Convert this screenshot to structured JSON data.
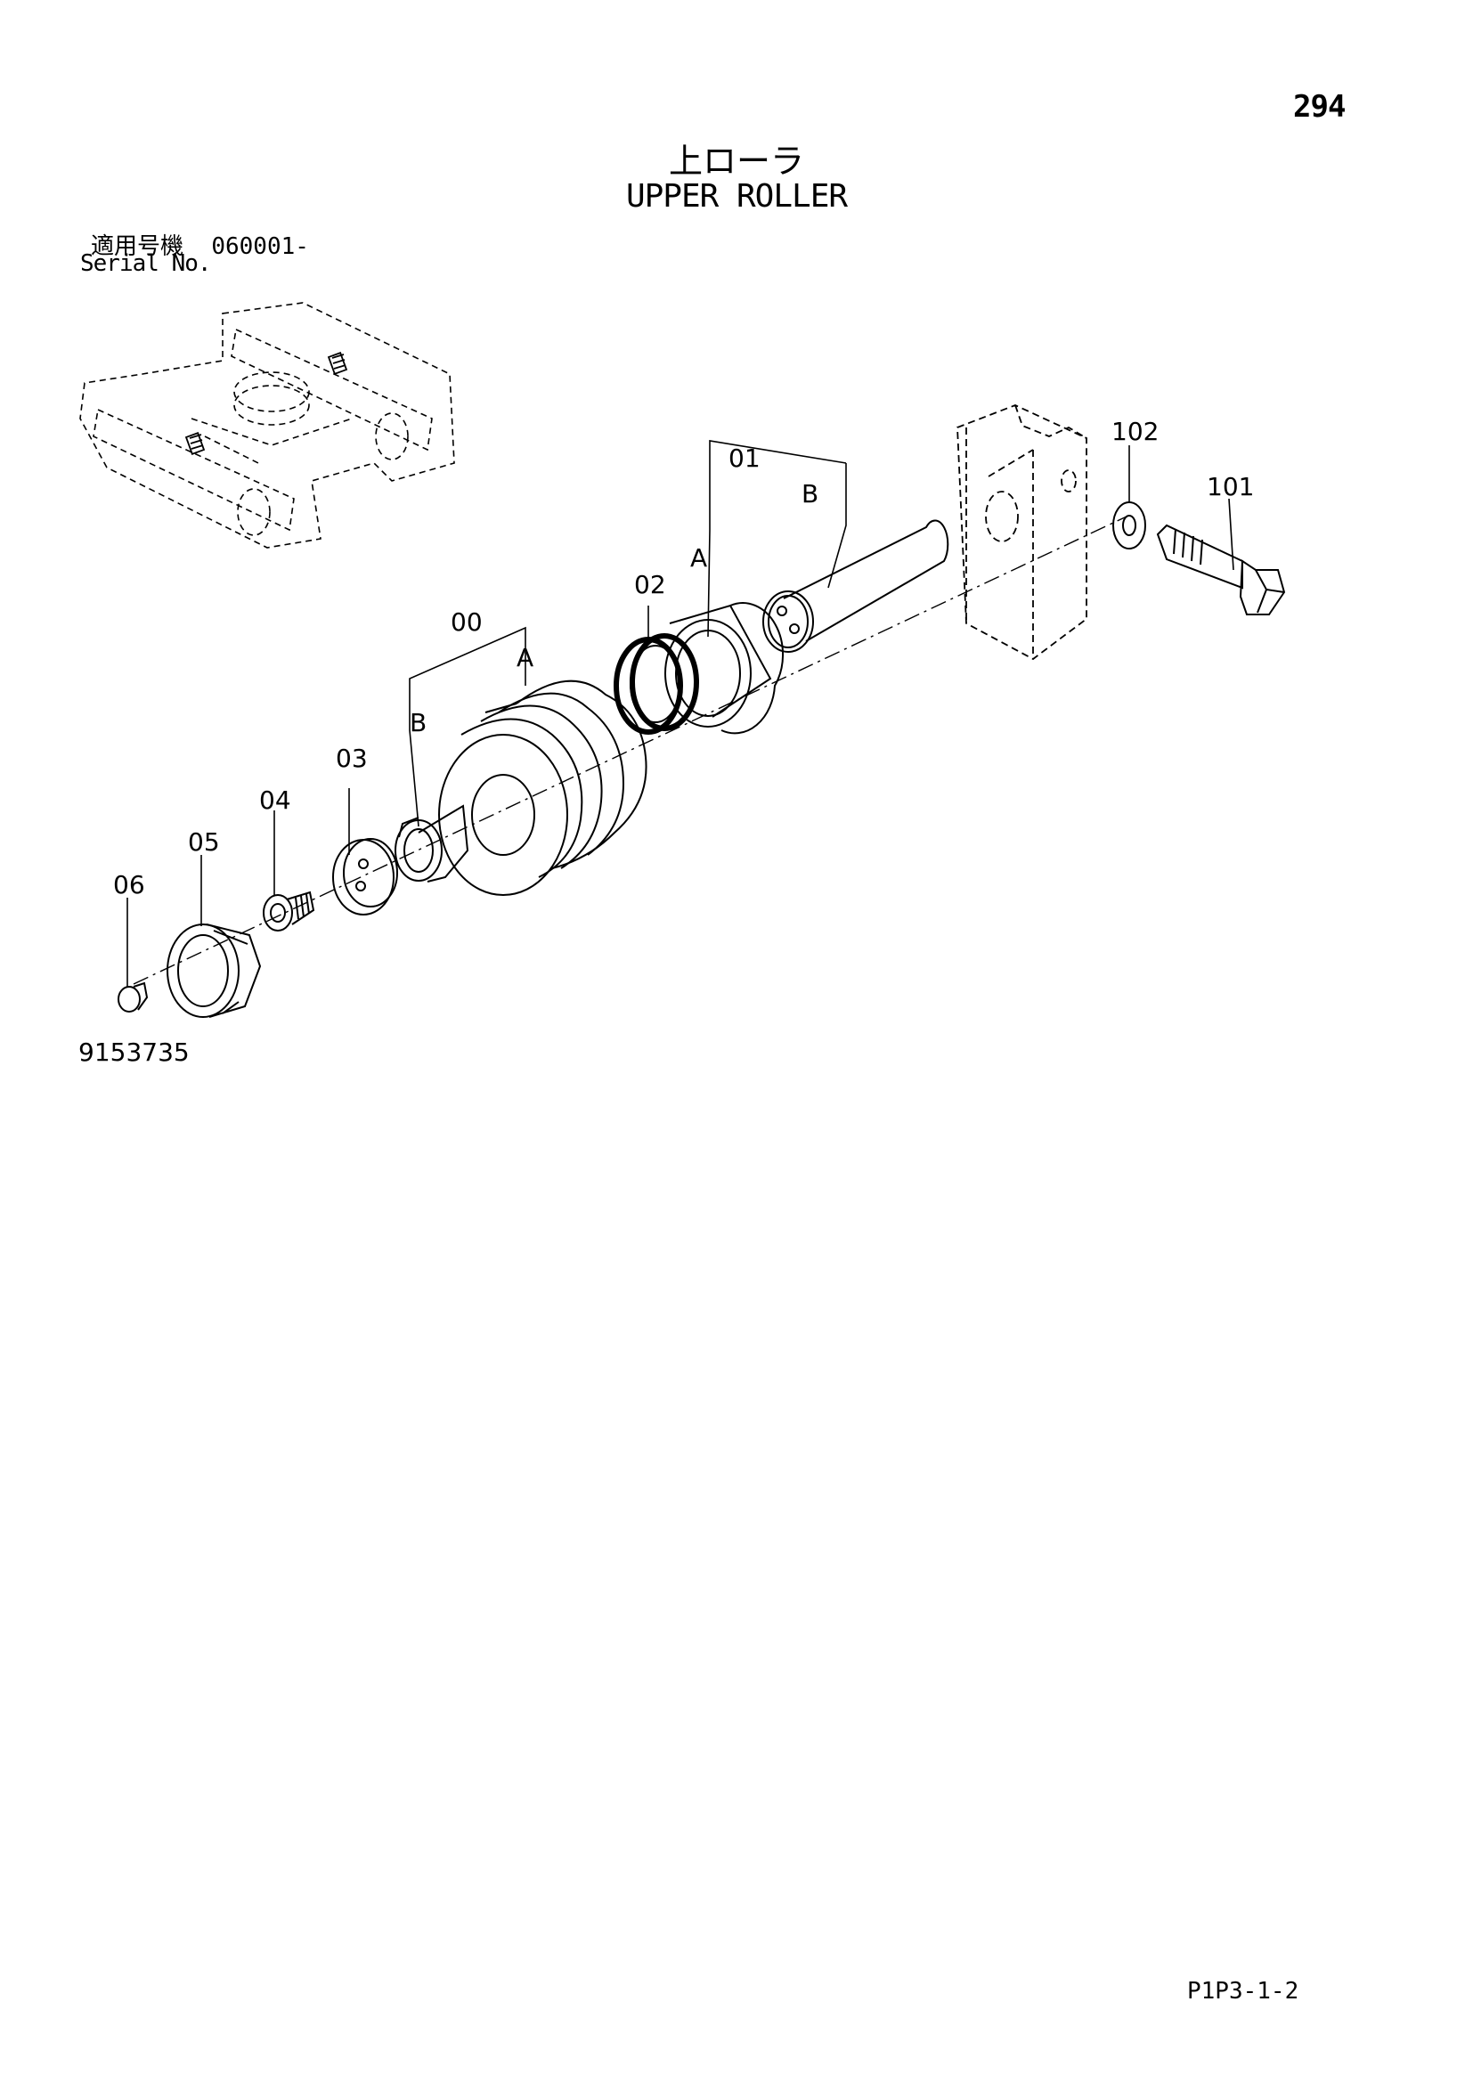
{
  "page": {
    "number": "294",
    "title_jp": "上ローラ",
    "title_en": "UPPER ROLLER",
    "serial_label_jp": "適用号機",
    "serial_value": "060001-",
    "serial_label_en": "Serial No.",
    "illustration_number": "9153735",
    "footer_code": "P1P3-1-2"
  },
  "callouts": {
    "c00": "00",
    "c00A": "A",
    "c00B": "B",
    "c01": "01",
    "c01A": "A",
    "c01B": "B",
    "c02": "02",
    "c03": "03",
    "c04": "04",
    "c05": "05",
    "c06": "06",
    "c101": "101",
    "c102": "102"
  },
  "colors": {
    "ink": "#000000",
    "paper": "#ffffff"
  }
}
